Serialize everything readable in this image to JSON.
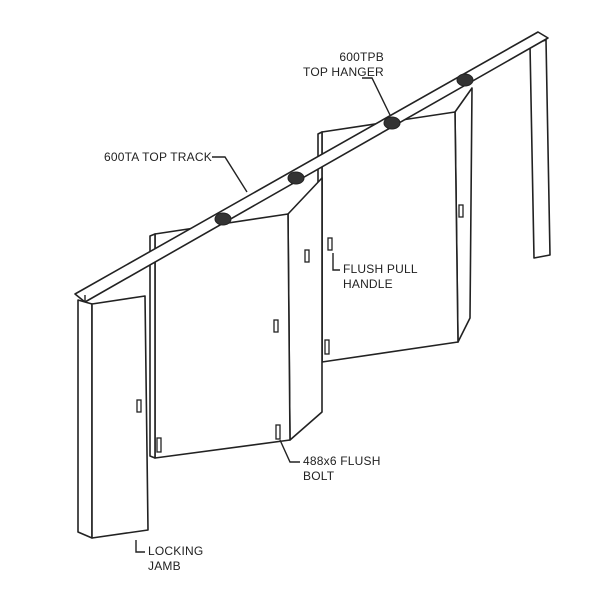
{
  "labels": {
    "top_hanger": [
      "600TPB",
      "TOP HANGER"
    ],
    "top_track": "600TA TOP TRACK",
    "flush_pull": [
      "FLUSH PULL",
      "HANDLE"
    ],
    "flush_bolt": [
      "488x6 FLUSH",
      "BOLT"
    ],
    "locking_jamb": [
      "LOCKING",
      "JAMB"
    ]
  }
}
